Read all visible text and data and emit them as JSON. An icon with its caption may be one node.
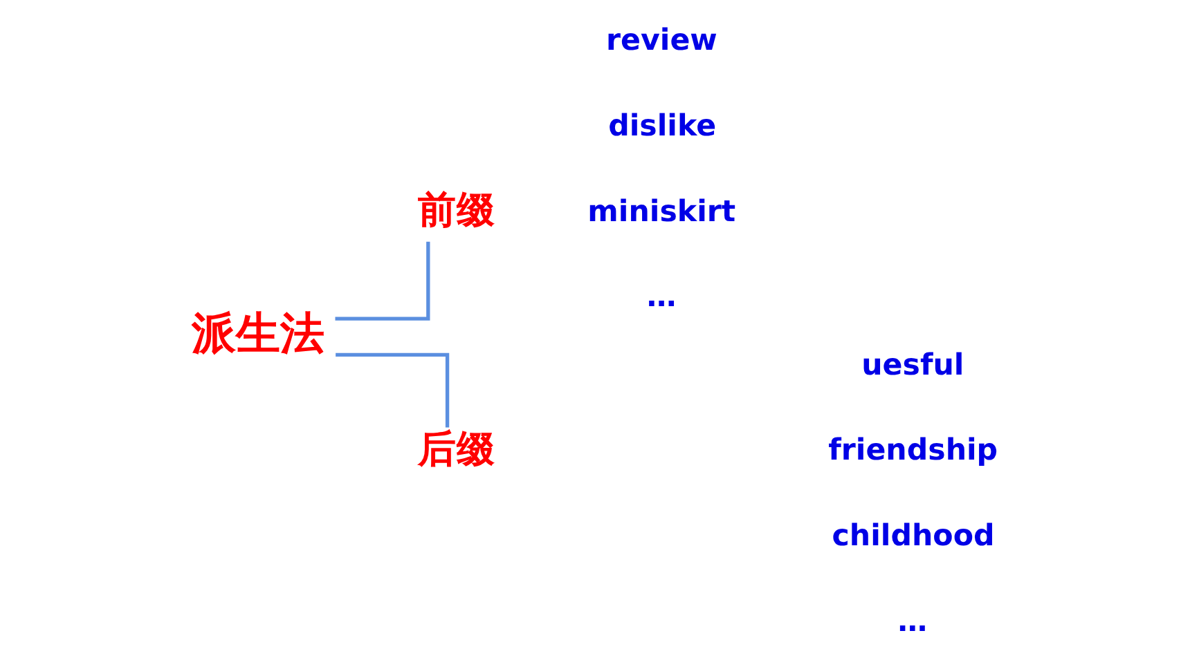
{
  "diagram": {
    "nodes": [
      {
        "text": [
          "派生法"
        ]
      },
      {
        "text": [
          "前缀"
        ]
      },
      {
        "text": [
          "后缀"
        ]
      }
    ],
    "edges": [
      {
        "from": 0,
        "to": 1,
        "arrow": "none"
      },
      {
        "from": 0,
        "to": 2,
        "arrow": "none"
      }
    ],
    "labels": [
      "review",
      "dislike",
      "miniskirt",
      "…",
      "uesful",
      "friendship",
      "childhood",
      "…"
    ]
  }
}
